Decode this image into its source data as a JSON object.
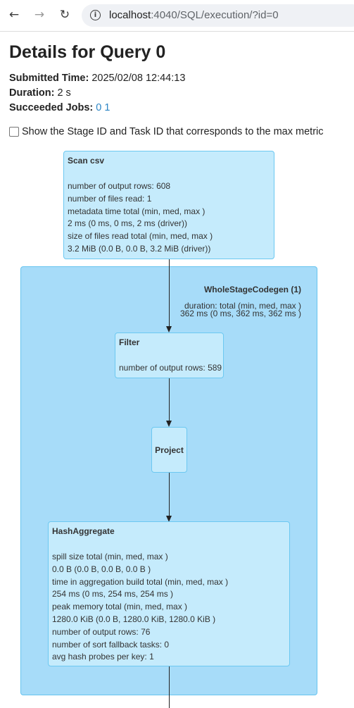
{
  "browser": {
    "url_host": "localhost",
    "url_path": ":4040/SQL/execution/?id=0"
  },
  "page": {
    "title": "Details for Query 0",
    "submitted_label": "Submitted Time:",
    "submitted_value": "2025/02/08 12:44:13",
    "duration_label": "Duration:",
    "duration_value": "2 s",
    "jobs_label": "Succeeded Jobs:",
    "jobs": [
      "0",
      "1"
    ],
    "checkbox_label": "Show the Stage ID and Task ID that corresponds to the max metric"
  },
  "plan": {
    "scan": {
      "title": "Scan csv",
      "lines": [
        "number of output rows: 608",
        "number of files read: 1",
        "metadata time total (min, med, max )",
        "2 ms (0 ms, 0 ms, 2 ms (driver))",
        "size of files read total (min, med, max )",
        "3.2 MiB (0.0 B, 0.0 B, 3.2 MiB (driver))"
      ]
    },
    "cluster": {
      "title": "WholeStageCodegen (1)",
      "duration_line1": "duration: total (min, med, max )",
      "duration_line2": "362 ms (0 ms, 362 ms, 362 ms )"
    },
    "filter": {
      "title": "Filter",
      "lines": [
        "number of output rows: 589"
      ]
    },
    "project": {
      "title": "Project"
    },
    "hash_aggregate": {
      "title": "HashAggregate",
      "lines": [
        "spill size total (min, med, max )",
        "0.0 B (0.0 B, 0.0 B, 0.0 B )",
        "time in aggregation build total (min, med, max )",
        "254 ms (0 ms, 254 ms, 254 ms )",
        "peak memory total (min, med, max )",
        "1280.0 KiB (0.0 B, 1280.0 KiB, 1280.0 KiB )",
        "number of output rows: 76",
        "number of sort fallback tasks: 0",
        "avg hash probes per key: 1"
      ]
    }
  }
}
